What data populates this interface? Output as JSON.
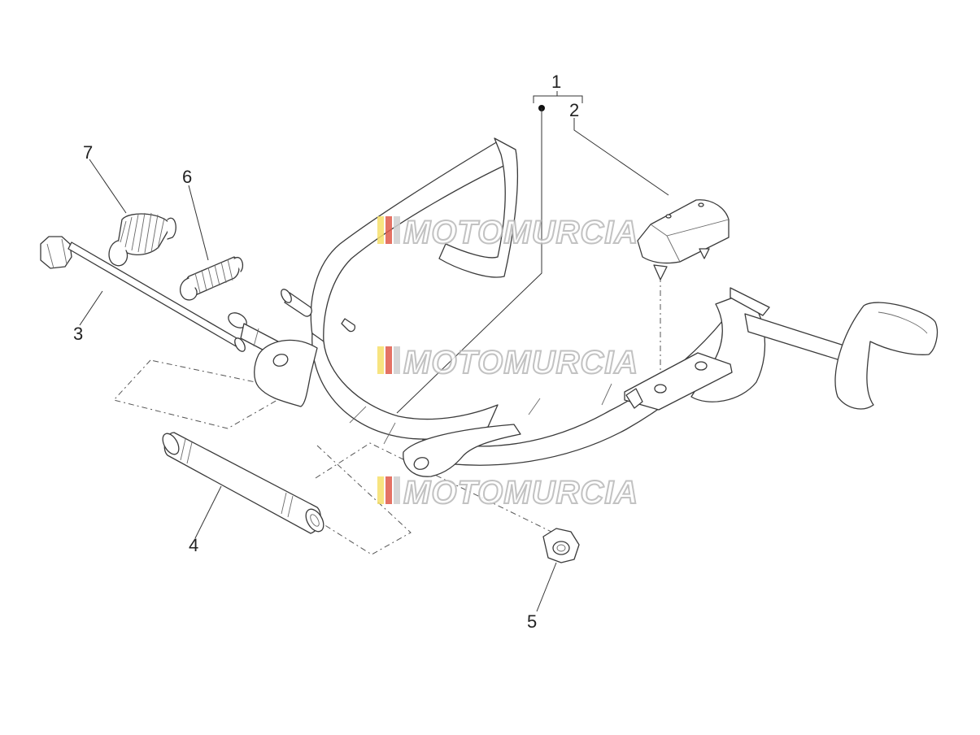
{
  "callouts": {
    "c1": "1",
    "c2": "2",
    "c3": "3",
    "c4": "4",
    "c5": "5",
    "c6": "6",
    "c7": "7"
  },
  "watermark": {
    "text": "MOTOMURCIA",
    "colors": [
      "#f6e06a",
      "#e05a4a",
      "#cfcfcf"
    ]
  }
}
